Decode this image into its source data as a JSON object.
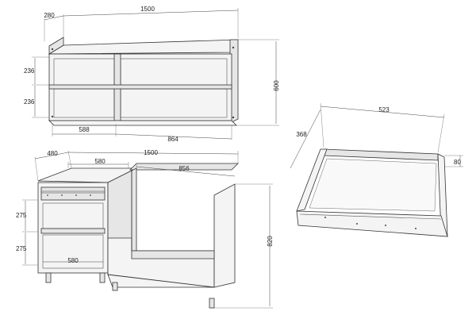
{
  "wall_cabinet": {
    "depth": "280",
    "width": "1500",
    "height": "600",
    "shelf_spacing_top": "236",
    "shelf_spacing_bottom": "236",
    "left_section_width": "588",
    "right_section_width": "864"
  },
  "base_cabinet": {
    "depth": "480",
    "width": "1500",
    "drawer_inner_width": "580",
    "open_section_width": "856",
    "height": "820",
    "upper_shelf_spacing": "275",
    "lower_shelf_spacing": "275",
    "bottom_inner_width": "580"
  },
  "drawer": {
    "width": "523",
    "depth": "368",
    "height": "80"
  }
}
